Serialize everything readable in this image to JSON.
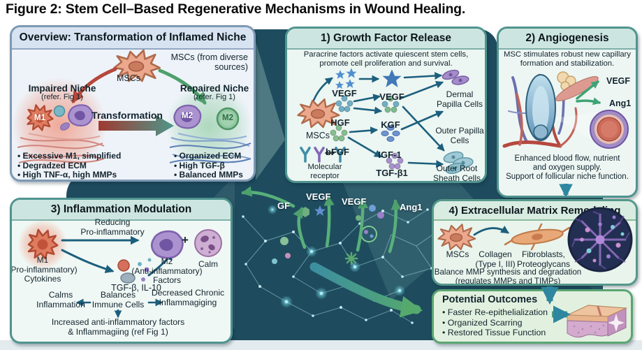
{
  "figure_title": "Figure 2: Stem Cell–Based Regenerative Mechanisms in Wound Healing.",
  "colors": {
    "dark_background": "#1e4c5e",
    "teal_panel_border": "#4f948f",
    "blue_panel_border": "#7d99b4",
    "green_panel_border": "#5ba571",
    "teal_arrow": "#2e86a0",
    "green_arrow": "#58a86e",
    "network_cyan": "#a8dde8"
  },
  "overview": {
    "title": "Overview: Transformation of Inflamed Niche",
    "msc_label": "MSCs",
    "msc_source_lines": [
      "MSCs (from diverse",
      "sources)"
    ],
    "impaired_title": "Impaired Niche",
    "impaired_subtitle": "(refer. Fig 1)",
    "m1_label": "M1",
    "transformation_label": "Transformation",
    "repaired_title": "Repaired Niche",
    "repaired_subtitle": "(refer. Fig 1)",
    "m2_purple_label": "M2",
    "m2_green_label": "M2",
    "impaired_bullets": [
      "• Excessive M1, simplified",
      "• Degradzed ECM",
      "• High TNF-α, high MMPs"
    ],
    "repaired_bullets": [
      "• Organized ECM",
      "• High TGF-β",
      "• Balanced MMPs"
    ]
  },
  "growth_factor": {
    "title": "1) Growth Factor Release",
    "subtitle_lines": [
      "Paracrine factors activate quiescent stem cells,",
      "promote cell proliferation and survival."
    ],
    "msc_label": "MSCs",
    "vegf_source_label": "VEGF",
    "vegf_mediator_label": "VEGF",
    "hgf_label": "HGF",
    "kgf_label": "KGF",
    "bfgf_label": "bFGF",
    "igf1_label": "IGF-1",
    "tgfb1_label": "TGF-β1",
    "receptor_lines": [
      "Molecular",
      "receptor"
    ],
    "target_dermal": "Dermal Papilla Cells",
    "target_outer_papilla": "Outer Papilla Cells",
    "target_outer_root": "Outer Root Sheath Cells"
  },
  "angiogenesis": {
    "title": "2) Angiogenesis",
    "subtitle_lines": [
      "MSC stimulates robust new capillary",
      "formation and stabilization."
    ],
    "vegf_label": "VEGF",
    "ang1_label": "Ang1",
    "caption_lines": [
      "Enhanced blood flow, nutrient",
      "and oxygen supply.",
      "Support of follicular niche function."
    ]
  },
  "inflammation": {
    "title": "3) Inflammation Modulation",
    "reducing_lines": [
      "Reducing",
      "Pro-inflammatory"
    ],
    "m1_lines": [
      "M1",
      "(Pro-inflammatory)",
      "Cytokines"
    ],
    "tgf_il10_label": "TGF-β, IL-10",
    "m2_lines": [
      "M2",
      "(Anti-inflammatory)",
      "Factors"
    ],
    "plus_sign": "+",
    "calm_label": "Calm",
    "calms_lines": [
      "Calms",
      "Inflammation"
    ],
    "balances_lines": [
      "Balances",
      "Immune Cells"
    ],
    "decreased_lines": [
      "Decreased Chronic",
      "Inflammagiging"
    ],
    "increased_lines": [
      "Increased anti-inflammatory factors",
      "& Inflammagiing (ref Fig 1)"
    ]
  },
  "ecm": {
    "title": "4) Extracellular Matrix Remodeling",
    "msc_label": "MSCs",
    "collagen_lines": [
      "Collagen",
      "(Type I, III)"
    ],
    "fibroblast_lines": [
      "Fibroblasts,",
      "Proteoglycans"
    ],
    "balance_lines": [
      "Balance MMP synthesis and degradation",
      "(regulates MMPs and TIMPs)"
    ]
  },
  "outcomes": {
    "title": "Potential Outcomes",
    "bullets": [
      "• Faster Re-epithelialization",
      "• Organized Scarring",
      "• Restored Tissue Function"
    ]
  },
  "center": {
    "gf_label": "GF",
    "vegf1_label": "VEGF",
    "vegf2_label": "VEGF",
    "ang1_label": "Ang1"
  }
}
